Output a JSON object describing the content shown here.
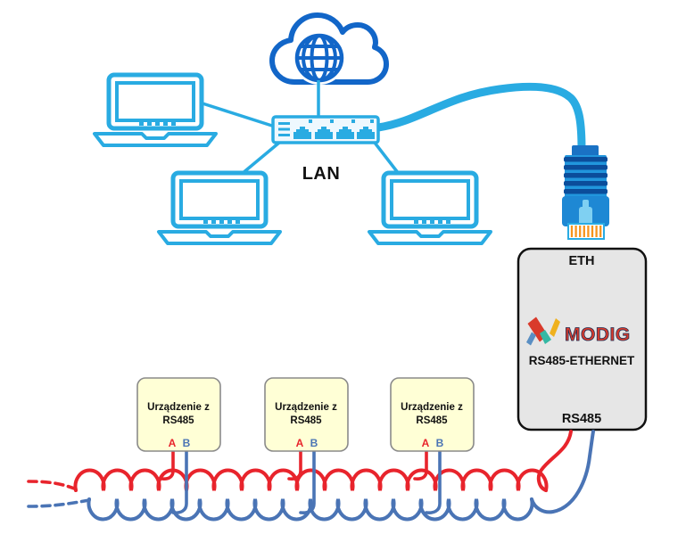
{
  "diagram": {
    "title_hint": "RS485 to Ethernet converter network diagram",
    "lan_label": "LAN",
    "gateway": {
      "eth_port_label": "ETH",
      "brand": "MODIG",
      "model": "RS485-ETHERNET",
      "rs485_port_label": "RS485"
    },
    "rs485_devices": [
      {
        "line1": "Urządzenie z",
        "line2": "RS485",
        "terminal_a": "A",
        "terminal_b": "B"
      },
      {
        "line1": "Urządzenie z",
        "line2": "RS485",
        "terminal_a": "A",
        "terminal_b": "B"
      },
      {
        "line1": "Urządzenie z",
        "line2": "RS485",
        "terminal_a": "A",
        "terminal_b": "B"
      }
    ],
    "icons": {
      "internet": "cloud-globe-icon",
      "computer": "laptop-icon",
      "network_switch": "switch-icon",
      "ethernet_plug": "rj45-connector-icon",
      "bus_cable": "twisted-pair-cable"
    },
    "colors": {
      "cyan": "#29abe2",
      "dark_blue": "#1266c8",
      "wire_red": "#e8242c",
      "wire_blue": "#4a74b5",
      "gateway_box_fill": "#e6e6e6",
      "device_box_fill": "#ffffd6",
      "rj45_pin_orange": "#f7941d",
      "logo_red": "#d93a2b",
      "logo_yellow": "#efb11d",
      "logo_blue": "#5a8fc3",
      "logo_teal": "#35b8a4"
    }
  }
}
